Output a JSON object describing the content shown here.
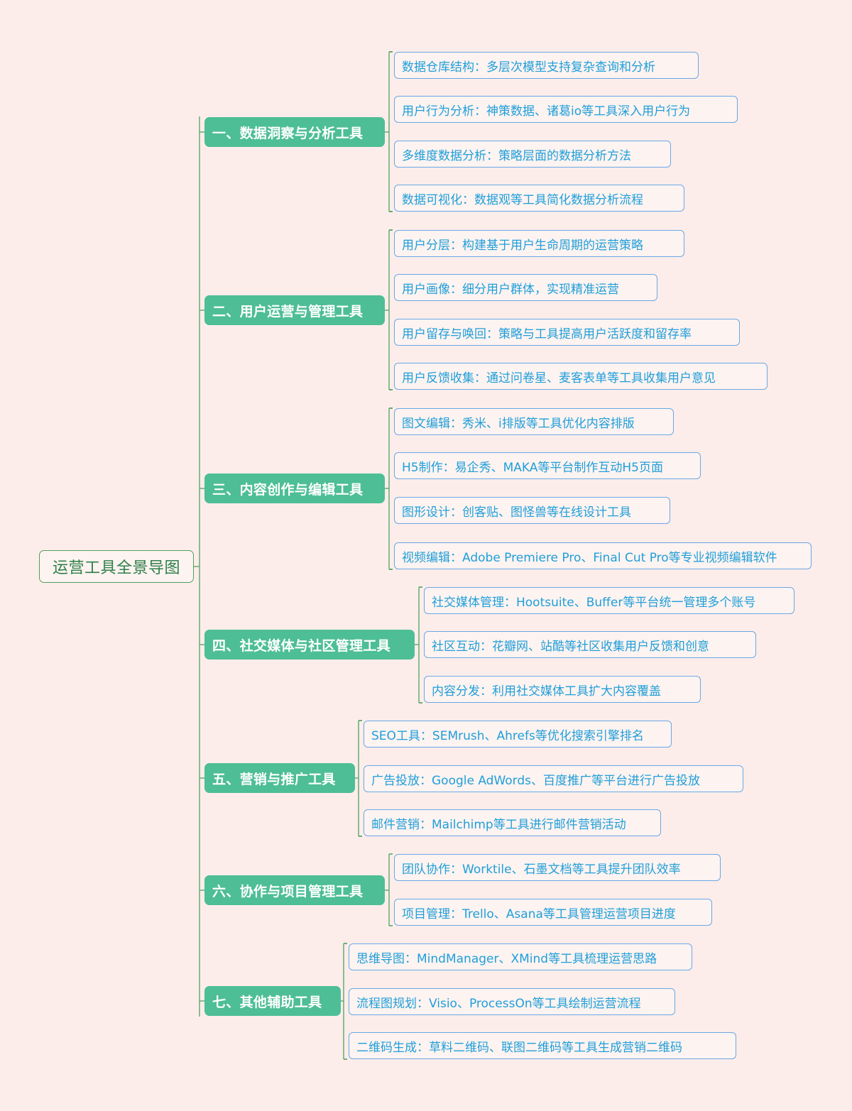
{
  "colors": {
    "background": "#fdedea",
    "root_border": "#4aa35c",
    "branch_fill": "#4dbe96",
    "leaf_border": "#6aa8e6",
    "leaf_text": "#1f9fd9",
    "connector": "#5aa86e"
  },
  "root": "运营工具全景导图",
  "branches": [
    {
      "label": "一、数据洞察与分析工具",
      "items": [
        "数据仓库结构：多层次模型支持复杂查询和分析",
        "用户行为分析：神策数据、诸葛io等工具深入用户行为",
        "多维度数据分析：策略层面的数据分析方法",
        "数据可视化：数据观等工具简化数据分析流程"
      ]
    },
    {
      "label": "二、用户运营与管理工具",
      "items": [
        "用户分层：构建基于用户生命周期的运营策略",
        "用户画像：细分用户群体，实现精准运营",
        "用户留存与唤回：策略与工具提高用户活跃度和留存率",
        "用户反馈收集：通过问卷星、麦客表单等工具收集用户意见"
      ]
    },
    {
      "label": "三、内容创作与编辑工具",
      "items": [
        "图文编辑：秀米、i排版等工具优化内容排版",
        "H5制作：易企秀、MAKA等平台制作互动H5页面",
        "图形设计：创客贴、图怪兽等在线设计工具",
        "视频编辑：Adobe Premiere Pro、Final Cut Pro等专业视频编辑软件"
      ]
    },
    {
      "label": "四、社交媒体与社区管理工具",
      "items": [
        "社交媒体管理：Hootsuite、Buffer等平台统一管理多个账号",
        "社区互动：花瓣网、站酷等社区收集用户反馈和创意",
        "内容分发：利用社交媒体工具扩大内容覆盖"
      ]
    },
    {
      "label": "五、营销与推广工具",
      "items": [
        "SEO工具：SEMrush、Ahrefs等优化搜索引擎排名",
        "广告投放：Google AdWords、百度推广等平台进行广告投放",
        "邮件营销：Mailchimp等工具进行邮件营销活动"
      ]
    },
    {
      "label": "六、协作与项目管理工具",
      "items": [
        "团队协作：Worktile、石墨文档等工具提升团队效率",
        "项目管理：Trello、Asana等工具管理运营项目进度"
      ]
    },
    {
      "label": "七、其他辅助工具",
      "items": [
        "思维导图：MindManager、XMind等工具梳理运营思路",
        "流程图规划：Visio、ProcessOn等工具绘制运营流程",
        "二维码生成：草料二维码、联图二维码等工具生成营销二维码"
      ]
    }
  ]
}
